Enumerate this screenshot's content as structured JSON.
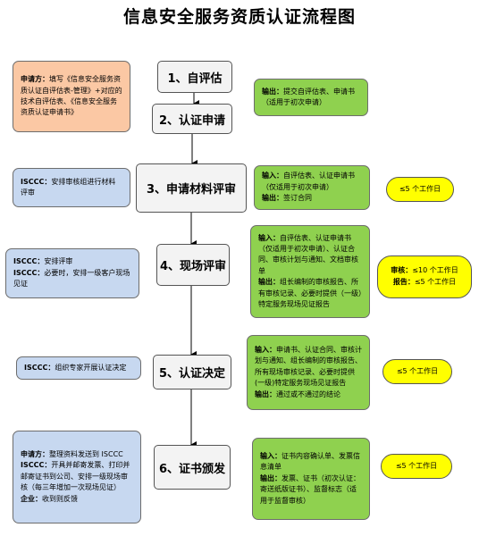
{
  "title": "信息安全服务资质认证流程图",
  "steps": [
    {
      "label": "1、自评估"
    },
    {
      "label": "2、认证申请"
    },
    {
      "label": "3、申请材料评审"
    },
    {
      "label": "4、现场评审"
    },
    {
      "label": "5、认证决定"
    },
    {
      "label": "6、证书颁发"
    }
  ],
  "left_notes": {
    "applicant_prep": {
      "head": "申请方：",
      "text": "填写《信息安全服务资质认证自评估表-管理》+对应的技术自评估表、《信息安全服务资质认证申请书》"
    },
    "doc_review": {
      "head": "ISCCC：",
      "text": "安排审核组进行材料评审"
    },
    "site_review": [
      {
        "head": "ISCCC：",
        "text": "安排评审"
      },
      {
        "head": "ISCCC：",
        "text": "必要时，安排一级客户现场见证"
      }
    ],
    "decision": {
      "head": "ISCCC：",
      "text": "组织专家开展认证决定"
    },
    "issuance": [
      {
        "head": "申请方：",
        "text": "整理资料发送到 ISCCC"
      },
      {
        "head": "ISCCC：",
        "text": "开具并邮寄发票、打印并邮寄证书到公司、安排一级现场审核（每三年增加一次现场见证）"
      },
      {
        "head": "企业：",
        "text": "收到则反馈"
      }
    ]
  },
  "right_notes": {
    "self_eval": {
      "head": "输出：",
      "text": "提交自评估表、申请书（适用于初次申请）"
    },
    "doc_review": [
      {
        "head": "输入：",
        "text": "自评估表、认证申请书（仅适用于初次申请）"
      },
      {
        "head": "输出：",
        "text": "签订合同"
      }
    ],
    "site_review": [
      {
        "head": "输入：",
        "text": "自评估表、认证申请书（仅适用于初次申请）、认证合同、审核计划与通知、文档审核单"
      },
      {
        "head": "输出：",
        "text": "组长编制的审核报告、所有审核记录、必要时提供（一级）特定服务现场见证报告"
      }
    ],
    "decision": [
      {
        "head": "输入：",
        "text": "申请书、认证合同、审核计划与通知、组长编制的审核报告、所有现场审核记录、必要时提供(一级)特定服务现场见证报告"
      },
      {
        "head": "输出：",
        "text": "通过或不通过的结论"
      }
    ],
    "issuance": [
      {
        "head": "输入：",
        "text": "证书内容确认单、发票信息清单"
      },
      {
        "head": "输出：",
        "text": "发票、证书（初次认证：寄送纸版证书）、监督标志（适用于监督审核）"
      }
    ]
  },
  "durations": {
    "doc_review": "≤5 个工作日",
    "site_review": [
      {
        "head": "审核：",
        "text": "≤10 个工作日"
      },
      {
        "head": "报告：",
        "text": "≤5 个工作日"
      }
    ],
    "decision": "≤5 个工作日",
    "issuance": "≤5 个工作日"
  }
}
